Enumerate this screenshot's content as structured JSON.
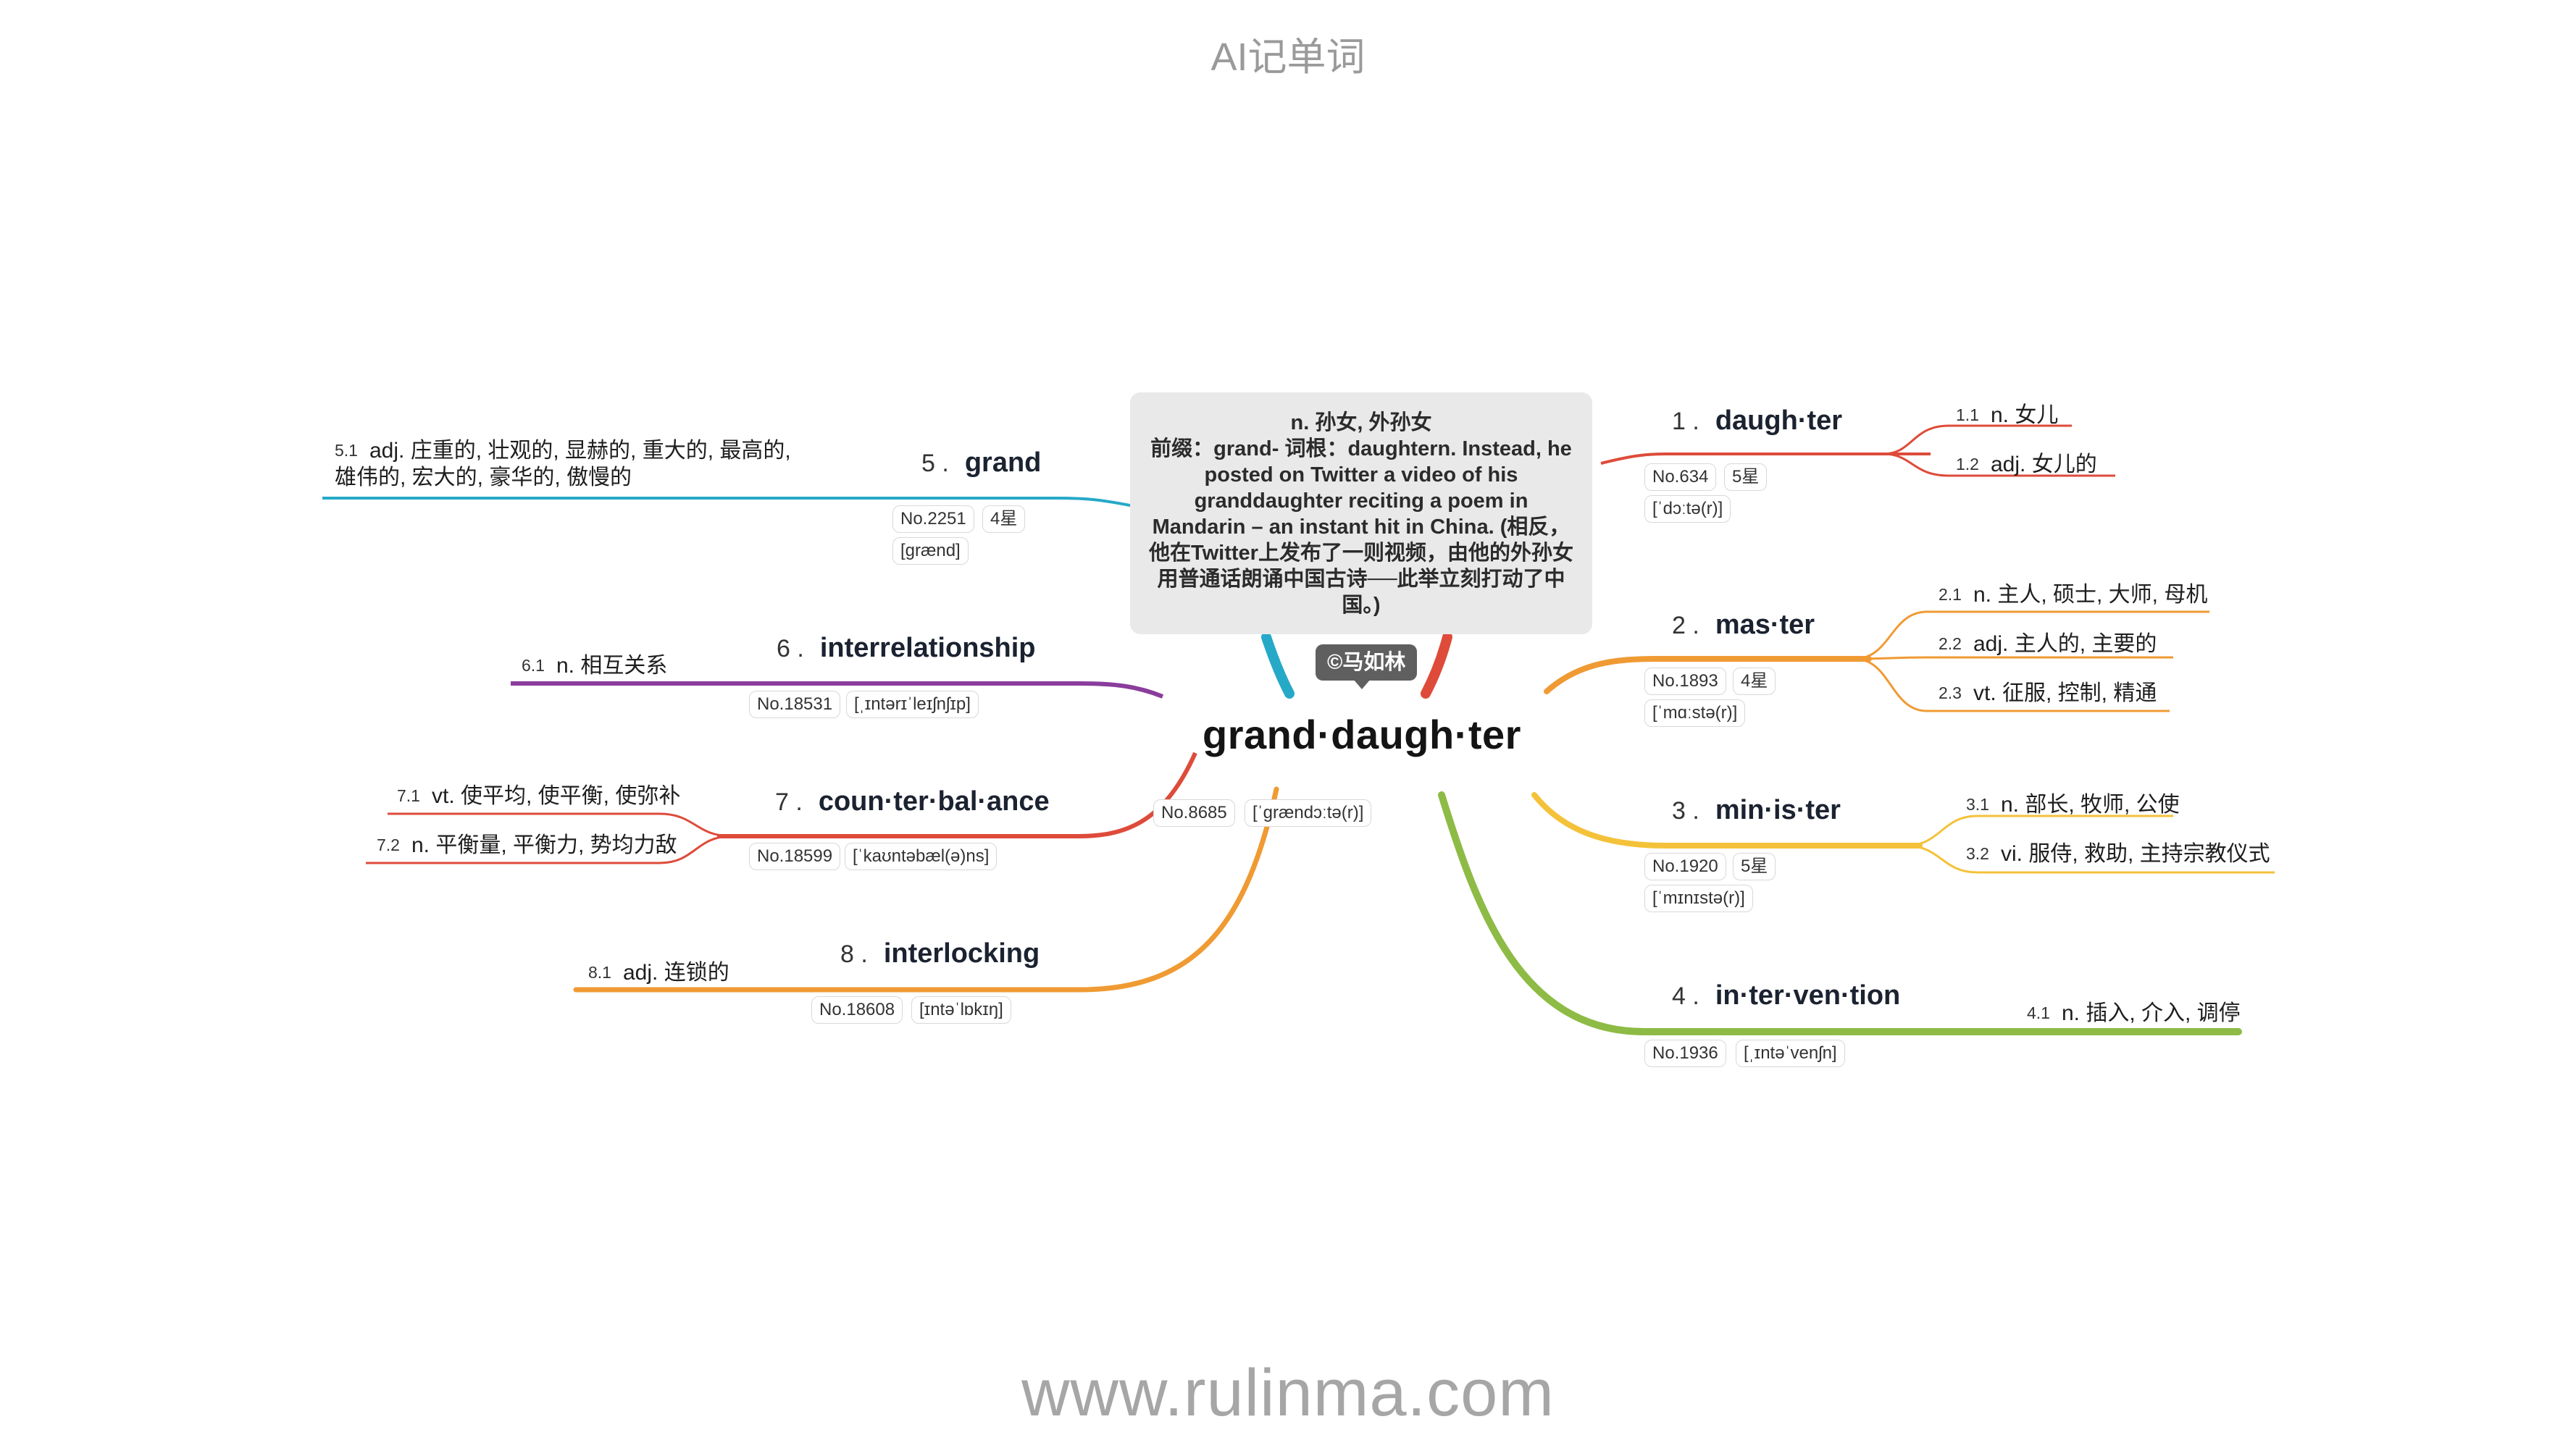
{
  "header": "AI记单词",
  "footer": "www.rulinma.com",
  "tag": "©马如林",
  "center": {
    "word": "grand·daugh·ter",
    "no": "No.8685",
    "phonetic": "[ˈgrændɔːtə(r)]",
    "callout": [
      "n. 孙女, 外孙女",
      "前缀：grand- 词根：daughtern. Instead, he",
      "posted on Twitter a video of his",
      "granddaughter reciting a poem in",
      "Mandarin – an instant hit in China. (相反，",
      "他在Twitter上发布了一则视频，由他的外孙女",
      "用普通话朗诵中国古诗──此举立刻打动了中",
      "国。)"
    ]
  },
  "branches": [
    {
      "num": "1 .",
      "word": "daugh·ter",
      "no": "No.634",
      "stars": "5星",
      "phonetic": "[ˈdɔːtə(r)]",
      "color": "#de4b3a",
      "defs": [
        {
          "n": "1.1",
          "t": "n. 女儿"
        },
        {
          "n": "1.2",
          "t": "adj. 女儿的"
        }
      ]
    },
    {
      "num": "2 .",
      "word": "mas·ter",
      "no": "No.1893",
      "stars": "4星",
      "phonetic": "[ˈmɑːstə(r)]",
      "color": "#f09a33",
      "defs": [
        {
          "n": "2.1",
          "t": "n. 主人, 硕士, 大师, 母机"
        },
        {
          "n": "2.2",
          "t": "adj. 主人的, 主要的"
        },
        {
          "n": "2.3",
          "t": "vt. 征服, 控制, 精通"
        }
      ]
    },
    {
      "num": "3 .",
      "word": "min·is·ter",
      "no": "No.1920",
      "stars": "5星",
      "phonetic": "[ˈmɪnɪstə(r)]",
      "color": "#f4c23a",
      "defs": [
        {
          "n": "3.1",
          "t": "n. 部长, 牧师, 公使"
        },
        {
          "n": "3.2",
          "t": "vi. 服侍, 救助, 主持宗教仪式"
        }
      ]
    },
    {
      "num": "4 .",
      "word": "in·ter·ven·tion",
      "no": "No.1936",
      "phonetic": "[ˌɪntəˈvenʃn]",
      "color": "#8dbb45",
      "defs": [
        {
          "n": "4.1",
          "t": "n. 插入, 介入, 调停"
        }
      ]
    },
    {
      "num": "5 .",
      "word": "grand",
      "no": "No.2251",
      "stars": "4星",
      "phonetic": "[grænd]",
      "color": "#26a9c7",
      "defs": [
        {
          "n": "5.1",
          "t": "adj. 庄重的, 壮观的, 显赫的, 重大的, 最高的, 雄伟的, 宏大的, 豪华的, 傲慢的"
        }
      ]
    },
    {
      "num": "6 .",
      "word": "interrelationship",
      "no": "No.18531",
      "phonetic": "[ˌɪntərɪˈleɪʃnʃɪp]",
      "color": "#8a3d9c",
      "defs": [
        {
          "n": "6.1",
          "t": "n. 相互关系"
        }
      ]
    },
    {
      "num": "7 .",
      "word": "coun·ter·bal·ance",
      "no": "No.18599",
      "phonetic": "[ˈkaʊntəbæl(ə)ns]",
      "color": "#de4b3a",
      "defs": [
        {
          "n": "7.1",
          "t": "vt. 使平均, 使平衡, 使弥补"
        },
        {
          "n": "7.2",
          "t": "n. 平衡量, 平衡力, 势均力敌"
        }
      ]
    },
    {
      "num": "8 .",
      "word": "interlocking",
      "no": "No.18608",
      "phonetic": "[ɪntəˈlɒkɪŋ]",
      "color": "#f09a33",
      "defs": [
        {
          "n": "8.1",
          "t": "adj. 连锁的"
        }
      ]
    }
  ]
}
